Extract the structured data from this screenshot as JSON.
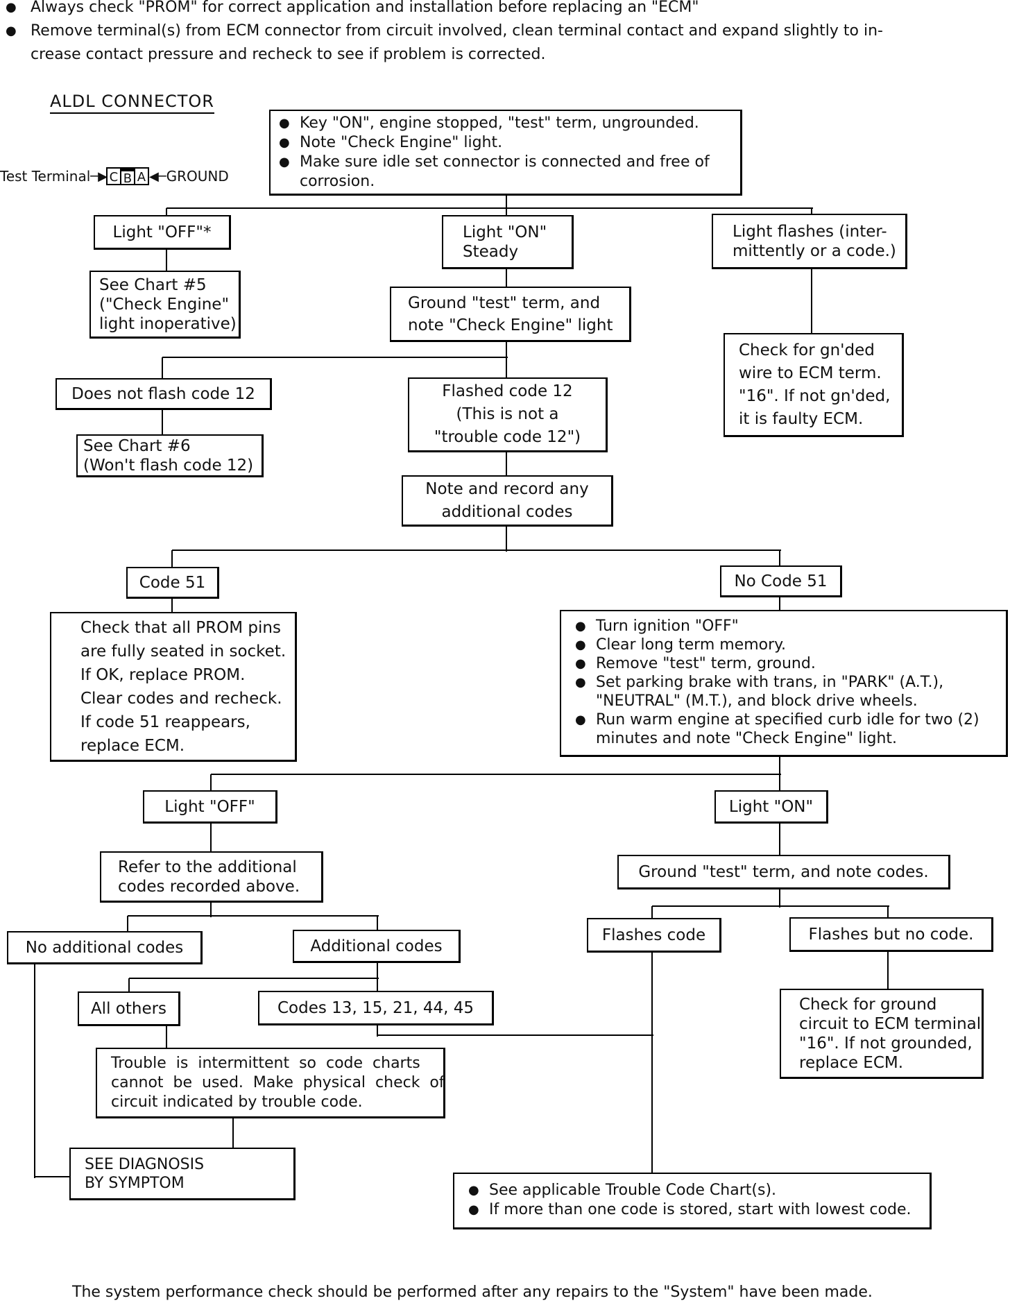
{
  "notes": [
    "Always check \"PROM\" for correct application and installation before replacing an \"ECM\"",
    "Remove terminal(s) from ECM connector from circuit involved, clean terminal contact and expand slightly to in-",
    "crease contact pressure and recheck to see if problem is corrected."
  ],
  "aldl": {
    "title": "ALDL CONNECTOR",
    "test_terminal": "Test Terminal",
    "pins": [
      "C",
      "B",
      "A"
    ],
    "ground": "GROUND"
  },
  "nodes": {
    "start": [
      "Key \"ON\", engine stopped, \"test\" term, ungrounded.",
      "Note \"Check Engine\" light.",
      "Make sure idle set connector is connected and free of corrosion."
    ],
    "light_off_1": "Light \"OFF\"*",
    "light_on_steady": [
      "Light \"ON\"",
      "Steady"
    ],
    "light_flashes": [
      "Light flashes (inter-",
      "mittently or a code.)"
    ],
    "see_chart_5": [
      "See Chart #5",
      "(\"Check Engine\"",
      "light inoperative)"
    ],
    "ground_test_1": [
      "Ground \"test\" term, and",
      "note \"Check Engine\" light"
    ],
    "check_gnded": [
      "Check for gn'ded",
      "wire to ECM term.",
      "\"16\". If not gn'ded,",
      "it is faulty ECM."
    ],
    "no_flash_12": "Does not flash code 12",
    "flashed_12": [
      "Flashed code 12",
      "(This is not a",
      "\"trouble code 12\")"
    ],
    "see_chart_6": [
      "See Chart #6",
      "(Won't flash code 12)"
    ],
    "note_record": [
      "Note and record any",
      "additional codes"
    ],
    "code_51": "Code 51",
    "no_code_51": "No Code 51",
    "check_prom": [
      "Check that all PROM pins",
      "are fully seated in socket.",
      "If OK, replace PROM.",
      "Clear codes  and recheck.",
      "If code 51 reappears,",
      "replace ECM."
    ],
    "turn_off": [
      "Turn ignition \"OFF\"",
      "Clear long term memory.",
      "Remove \"test\" term, ground.",
      "Set parking brake with trans, in \"PARK\" (A.T.), \"NEUTRAL\" (M.T.), and block drive wheels.",
      "Run warm engine at specified curb idle for two (2) minutes and note \"Check Engine\" light."
    ],
    "light_off_2": "Light \"OFF\"",
    "light_on_2": "Light \"ON\"",
    "refer_additional": [
      "Refer to the additional",
      "codes recorded above."
    ],
    "ground_test_2": "Ground \"test\" term, and note codes.",
    "no_additional": "No additional codes",
    "additional": "Additional codes",
    "flashes_code": "Flashes code",
    "flashes_no_code": "Flashes but no code.",
    "all_others": "All others",
    "codes_list": "Codes 13, 15, 21, 44, 45",
    "check_ground": [
      "Check for ground",
      "circuit to ECM terminal",
      "\"16\".  If not grounded,",
      "replace ECM."
    ],
    "intermittent": [
      "Trouble  is  intermittent  so  code  charts",
      "cannot  be  used.  Make  physical  check  of",
      "circuit indicated by trouble code."
    ],
    "see_diagnosis": [
      "SEE DIAGNOSIS",
      "BY SYMPTOM"
    ],
    "see_applicable": [
      "See applicable Trouble Code Chart(s).",
      "If more than one code is stored, start with lowest code."
    ]
  },
  "footer": "The system performance check should be performed after any repairs to the \"System\" have been made."
}
